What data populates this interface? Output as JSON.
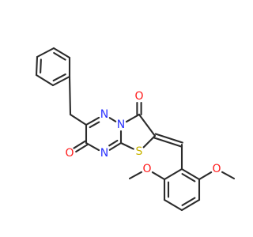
{
  "diagram": {
    "type": "chemical-structure",
    "colors": {
      "bond": "#2b2b2b",
      "O": "#ff1a1a",
      "N": "#2b33ff",
      "S": "#c8b400"
    },
    "atoms": [
      {
        "id": "a_O3",
        "element": "O",
        "label": "O"
      },
      {
        "id": "a_N4",
        "element": "N",
        "label": "N"
      },
      {
        "id": "a_N5",
        "element": "N",
        "label": "N"
      },
      {
        "id": "a_N8",
        "element": "N",
        "label": "N"
      },
      {
        "id": "a_O7",
        "element": "O",
        "label": "O"
      },
      {
        "id": "a_S",
        "element": "S",
        "label": "S"
      },
      {
        "id": "a_Om1",
        "element": "O",
        "label": "O"
      },
      {
        "id": "a_Om2",
        "element": "O",
        "label": "O"
      }
    ]
  }
}
